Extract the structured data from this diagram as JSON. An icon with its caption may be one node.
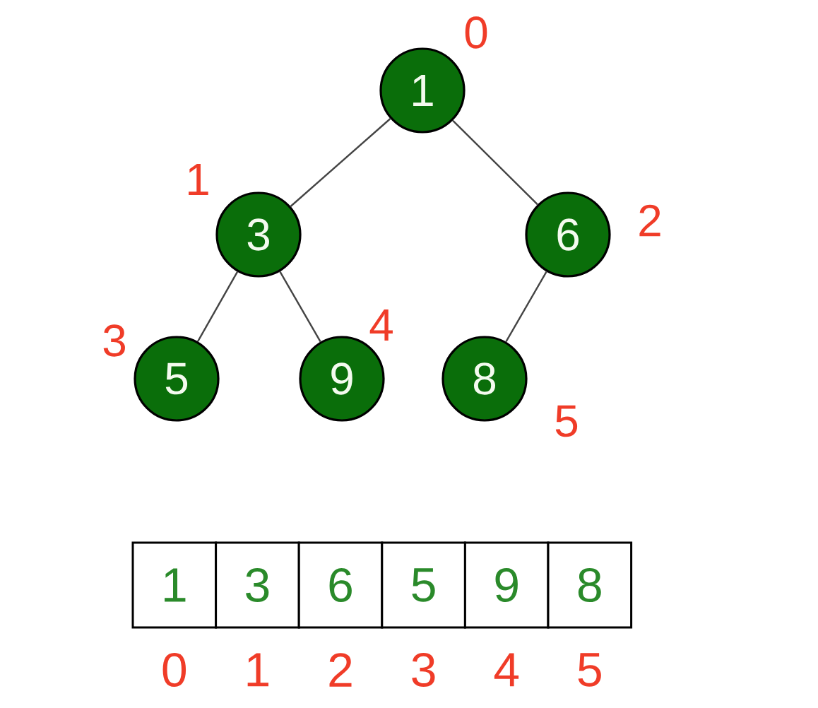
{
  "diagram": {
    "nodes": [
      {
        "text": [
          "1"
        ],
        "beside": [
          "0"
        ]
      },
      {
        "text": [
          "3"
        ],
        "beside": [
          "1"
        ]
      },
      {
        "text": [
          "6"
        ],
        "beside": [
          "2"
        ]
      },
      {
        "text": [
          "5"
        ],
        "beside": [
          "3"
        ]
      },
      {
        "text": [
          "9"
        ],
        "beside": [
          "4"
        ]
      },
      {
        "text": [
          "8"
        ],
        "beside": [
          "5"
        ]
      },
      {
        "text": [
          "1"
        ],
        "beside": [
          "0"
        ]
      },
      {
        "text": [
          "3"
        ],
        "beside": [
          "1"
        ]
      },
      {
        "text": [
          "6"
        ],
        "beside": [
          "2"
        ]
      },
      {
        "text": [
          "5"
        ],
        "beside": [
          "3"
        ]
      },
      {
        "text": [
          "9"
        ],
        "beside": [
          "4"
        ]
      },
      {
        "text": [
          "8"
        ],
        "beside": [
          "5"
        ]
      }
    ],
    "edges": [
      {
        "from": 0,
        "to": 1,
        "arrow": "none"
      },
      {
        "from": 0,
        "to": 2,
        "arrow": "none"
      },
      {
        "from": 1,
        "to": 3,
        "arrow": "none"
      },
      {
        "from": 1,
        "to": 4,
        "arrow": "none"
      },
      {
        "from": 2,
        "to": 5,
        "arrow": "none"
      }
    ]
  }
}
